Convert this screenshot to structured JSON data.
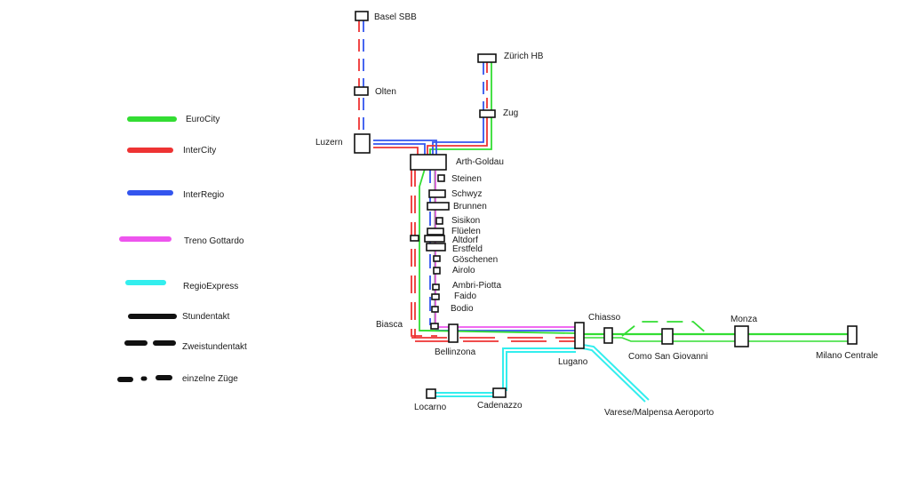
{
  "legend": {
    "lines": [
      {
        "id": "ec",
        "label": "EuroCity",
        "color": "#33dd33"
      },
      {
        "id": "ic",
        "label": "InterCity",
        "color": "#ee3333"
      },
      {
        "id": "ir",
        "label": "InterRegio",
        "color": "#3355ee"
      },
      {
        "id": "tg",
        "label": "Treno Gottardo",
        "color": "#ee55ee"
      },
      {
        "id": "re",
        "label": "RegioExpress",
        "color": "#33eeee"
      }
    ],
    "frequencies": [
      {
        "id": "hourly",
        "label": "Stundentakt"
      },
      {
        "id": "two_hourly",
        "label": "Zweistundentakt"
      },
      {
        "id": "single",
        "label": "einzelne Züge"
      }
    ]
  },
  "stations": {
    "basel": "Basel SBB",
    "olten": "Olten",
    "zurich": "Zürich HB",
    "zug": "Zug",
    "luzern": "Luzern",
    "arth": "Arth-Goldau",
    "steinen": "Steinen",
    "schwyz": "Schwyz",
    "brunnen": "Brunnen",
    "sisikon": "Sisikon",
    "flueelen": "Flüelen",
    "altdorf": "Altdorf",
    "erstfeld": "Erstfeld",
    "goeschenen": "Göschenen",
    "airolo": "Airolo",
    "ambri": "Ambri-Piotta",
    "faido": "Faido",
    "bodio": "Bodio",
    "biasca": "Biasca",
    "bellinzona": "Bellinzona",
    "chiasso": "Chiasso",
    "lugano": "Lugano",
    "como": "Como San Giovanni",
    "monza": "Monza",
    "milano": "Milano Centrale",
    "locarno": "Locarno",
    "cadenazzo": "Cadenazzo",
    "varese": "Varese/Malpensa Aeroporto"
  }
}
